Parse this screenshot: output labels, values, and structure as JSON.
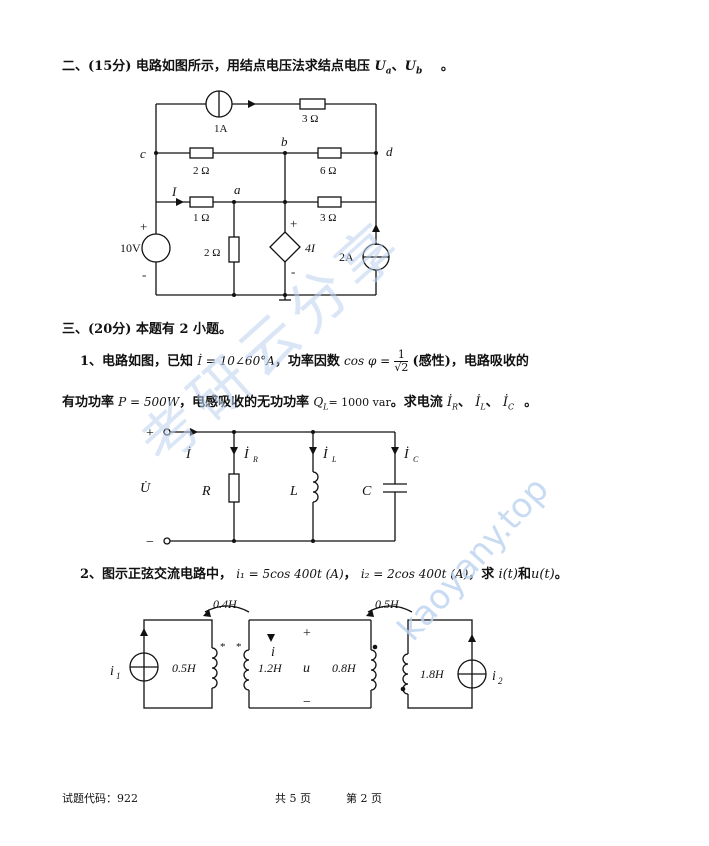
{
  "q2": {
    "heading": "二、(15分) 电路如图所示，用结点电压法求结点电压",
    "var_a": "U",
    "sub_a": "a",
    "sep": "、",
    "var_b": "U",
    "sub_b": "b",
    "end": "。",
    "circuit": {
      "node_c": "c",
      "node_b": "b",
      "node_d": "d",
      "node_a": "a",
      "src_current_top": "1A",
      "r_top": "3 Ω",
      "r_cb": "2 Ω",
      "r_bd": "6 Ω",
      "r_1": "1 Ω",
      "r_a_right": "3 Ω",
      "r_a_down": "2 Ω",
      "v_source": "10V",
      "dep_source": "4I",
      "i_source_right": "2A",
      "current_label": "I",
      "plus": "+",
      "minus": "-"
    }
  },
  "q3": {
    "heading": "三、(20分) 本题有 2 小题。",
    "p1_line1_a": "1、电路如图，已知",
    "p1_line1_expr": "İ = 10∠60°A",
    "p1_line1_b": "，功率因数",
    "p1_line1_cos": "cos φ =",
    "p1_line1_num": "1",
    "p1_line1_den": "√2",
    "p1_line1_c": "(感性)，电路吸收的",
    "p1_line2_a": "有功功率",
    "p1_line2_p": "P = 500W",
    "p1_line2_b": "，电感吸收的无功功率",
    "p1_line2_q": "Q",
    "p1_line2_qsub": "L",
    "p1_line2_qval": "= 1000 var",
    "p1_line2_c": "。求电流",
    "p1_line2_currents": "İ",
    "p1_line2_ir": "R",
    "p1_line2_sep1": "、",
    "p1_line2_il": "L",
    "p1_line2_sep2": "、",
    "p1_line2_ic": "C",
    "p1_line2_end": "。",
    "circ2": {
      "plus": "+",
      "minus": "−",
      "i": "İ",
      "ir": "İ",
      "ir_sub": "R",
      "il": "İ",
      "il_sub": "L",
      "ic": "İ",
      "ic_sub": "C",
      "u": "U̇",
      "R": "R",
      "L": "L",
      "C": "C"
    },
    "p2_line_a": "2、图示正弦交流电路中，",
    "p2_i1": "i₁ = 5cos 400t (A)",
    "p2_sep": "，",
    "p2_i2": "i₂ = 2cos 400t (A)",
    "p2_b": "，求",
    "p2_it": "i(t)",
    "p2_and": "和",
    "p2_ut": "u(t)",
    "p2_end": "。",
    "circ3": {
      "m1": "0.4H",
      "m2": "0.5H",
      "i1": "i",
      "i1_sub": "1",
      "l1": "0.5H",
      "l2": "1.2H",
      "i": "i",
      "u": "u",
      "plus": "+",
      "minus": "−",
      "l3": "0.8H",
      "l4": "1.8H",
      "i2": "i",
      "i2_sub": "2",
      "star": "*"
    }
  },
  "footer": {
    "code": "试题代码：922",
    "total": "共 5 页",
    "page": "第 2 页"
  },
  "watermark": {
    "cn": "考研云分享",
    "url": "kaoyany.top"
  }
}
